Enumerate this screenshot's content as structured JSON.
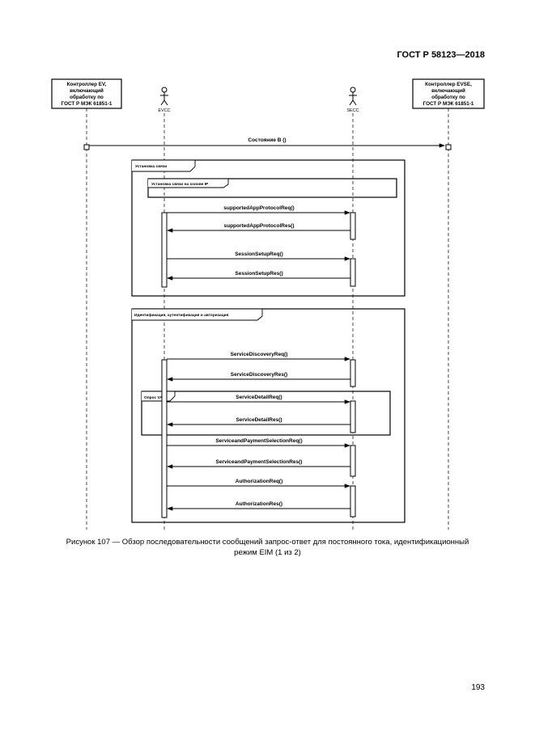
{
  "header": {
    "title": "ГОСТ Р 58123—2018"
  },
  "actors": {
    "ev_controller": [
      "Контроллер EV,",
      "включающий",
      "обработку по",
      "ГОСТ Р МЭК 61851-1"
    ],
    "evse_controller": [
      "Контроллер EVSE,",
      "включающий",
      "обработку по",
      "ГОСТ Р МЭК 61851-1"
    ],
    "evcc_label": "EVCC",
    "secc_label": "SECC"
  },
  "diagram": {
    "state_b": "Состояние B ()",
    "frame_connection": "Установка связи",
    "frame_ip": "Установка связи на основе IP",
    "frame_identification": "Идентификация, аутентификация и авторизация",
    "frame_loop": "Опрос VAS",
    "messages": [
      "supportedAppProtocolReq()",
      "supportedAppProtocolRes()",
      "SessionSetupReq()",
      "SessionSetupRes()",
      "ServiceDiscoveryReq()",
      "ServiceDiscoveryRes()",
      "ServiceDetailReq()",
      "ServiceDetailRes()",
      "ServiceandPaymentSelectionReq()",
      "ServiceandPaymentSelectionRes()",
      "AuthorizationReq()",
      "AuthorizationRes()"
    ]
  },
  "caption": {
    "line1": "Рисунок 107 — Обзор последовательности сообщений запрос-ответ для постоянного тока, идентификационный",
    "line2": "режим EIM (1 из 2)"
  },
  "page_number": "193"
}
